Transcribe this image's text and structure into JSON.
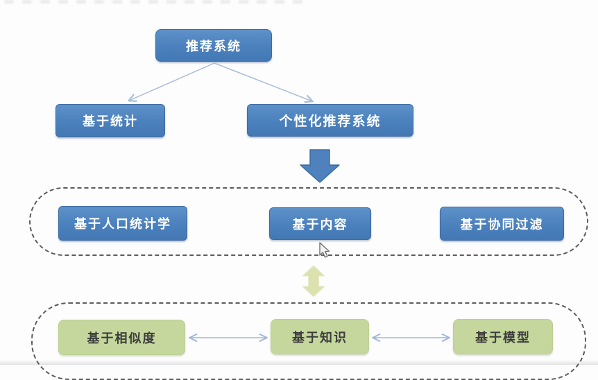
{
  "diagram": {
    "root": {
      "label": "推荐系统"
    },
    "level2": [
      {
        "label": "基于统计"
      },
      {
        "label": "个性化推荐系统"
      }
    ],
    "personalized_children": [
      {
        "label": "基于人口统计学"
      },
      {
        "label": "基于内容"
      },
      {
        "label": "基于协同过滤"
      }
    ],
    "content_children": [
      {
        "label": "基于相似度"
      },
      {
        "label": "基于知识"
      },
      {
        "label": "基于模型"
      }
    ]
  },
  "colors": {
    "node_blue": "#4a80bc",
    "node_blue_border": "#3e6ca2",
    "node_text_light": "#ffffff",
    "node_green": "#c5d79d",
    "node_green_text": "#3d3d3d",
    "tree_connector": "#a9bdd9",
    "double_arrow_line": "#9fb8d7",
    "block_arrow_blue": "#4f81bd",
    "block_arrow_olive": "#dbe2b0",
    "dashed_border": "#5c5c5c"
  },
  "cursor": {
    "type": "arrow-pointer"
  }
}
